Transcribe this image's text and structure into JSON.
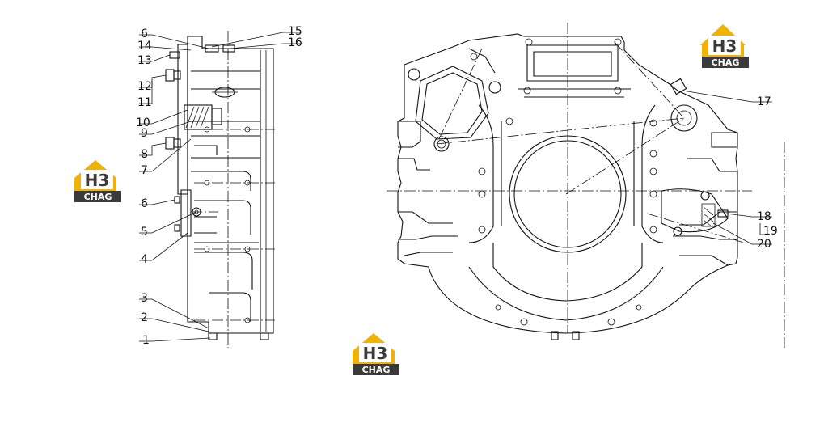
{
  "brand": {
    "logo_text_top": "H3",
    "logo_text_bottom": "CHAG",
    "colors": {
      "accent": "#f2b200",
      "dark": "#3a3a3a",
      "white": "#ffffff"
    }
  },
  "side_view": {
    "callouts": [
      "6",
      "14",
      "13",
      "12",
      "11",
      "10",
      "9",
      "8",
      "7",
      "6",
      "5",
      "4",
      "3",
      "2",
      "1",
      "15",
      "16"
    ]
  },
  "front_view": {
    "callouts": [
      "17",
      "18",
      "19",
      "20"
    ]
  }
}
